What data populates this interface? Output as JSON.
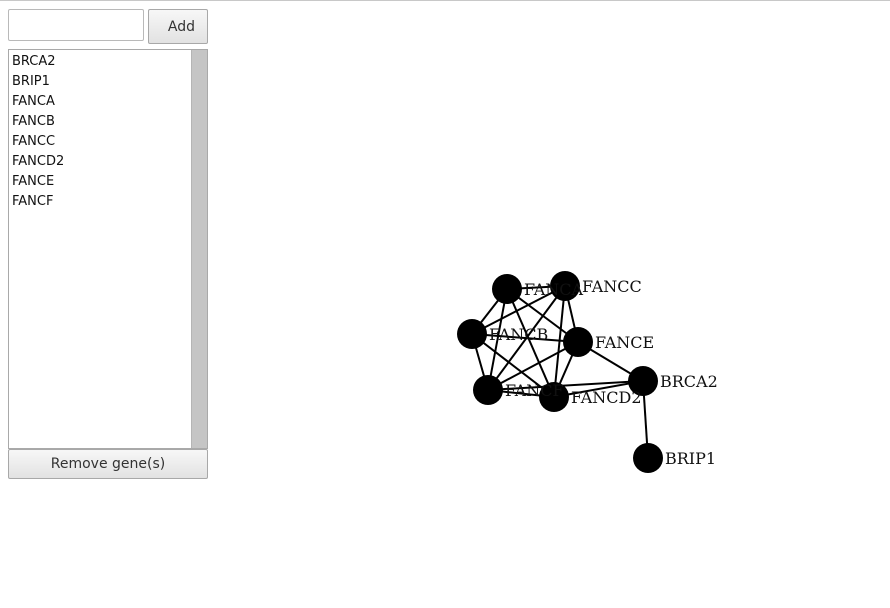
{
  "controls": {
    "gene_input_value": "",
    "add_label": "Add",
    "remove_label": "Remove gene(s)"
  },
  "gene_list": [
    "BRCA2",
    "BRIP1",
    "FANCA",
    "FANCB",
    "FANCC",
    "FANCD2",
    "FANCE",
    "FANCF"
  ],
  "network": {
    "nodes": [
      {
        "id": "FANCA",
        "label": "FANCA"
      },
      {
        "id": "FANCC",
        "label": "FANCC"
      },
      {
        "id": "FANCB",
        "label": "FANCB"
      },
      {
        "id": "FANCE",
        "label": "FANCE"
      },
      {
        "id": "FANCF",
        "label": "FANCF"
      },
      {
        "id": "FANCD2",
        "label": "FANCD2"
      },
      {
        "id": "BRCA2",
        "label": "BRCA2"
      },
      {
        "id": "BRIP1",
        "label": "BRIP1"
      }
    ],
    "edges": [
      [
        "FANCA",
        "FANCC"
      ],
      [
        "FANCA",
        "FANCB"
      ],
      [
        "FANCA",
        "FANCE"
      ],
      [
        "FANCA",
        "FANCF"
      ],
      [
        "FANCA",
        "FANCD2"
      ],
      [
        "FANCC",
        "FANCB"
      ],
      [
        "FANCC",
        "FANCE"
      ],
      [
        "FANCC",
        "FANCF"
      ],
      [
        "FANCC",
        "FANCD2"
      ],
      [
        "FANCB",
        "FANCE"
      ],
      [
        "FANCB",
        "FANCF"
      ],
      [
        "FANCB",
        "FANCD2"
      ],
      [
        "FANCE",
        "FANCF"
      ],
      [
        "FANCE",
        "FANCD2"
      ],
      [
        "FANCE",
        "BRCA2"
      ],
      [
        "FANCF",
        "FANCD2"
      ],
      [
        "FANCF",
        "BRCA2"
      ],
      [
        "FANCD2",
        "BRCA2"
      ],
      [
        "BRCA2",
        "BRIP1"
      ]
    ],
    "colors": {
      "node": "#000000",
      "edge": "#000000",
      "label": "#111111"
    }
  }
}
